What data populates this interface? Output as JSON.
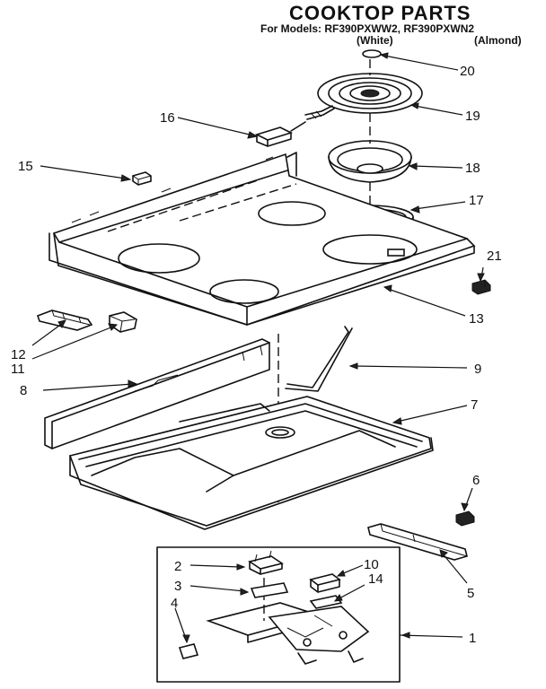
{
  "header": {
    "title": "COOKTOP PARTS",
    "models_line": "For Models: RF390PXWW2, RF390PXWN2",
    "variant_white": "(White)",
    "variant_almond": "(Almond)"
  },
  "callouts": [
    {
      "id": "c20",
      "label": "20"
    },
    {
      "id": "c19",
      "label": "19"
    },
    {
      "id": "c16",
      "label": "16"
    },
    {
      "id": "c15",
      "label": "15"
    },
    {
      "id": "c18",
      "label": "18"
    },
    {
      "id": "c17",
      "label": "17"
    },
    {
      "id": "c21",
      "label": "21"
    },
    {
      "id": "c13",
      "label": "13"
    },
    {
      "id": "c12",
      "label": "12"
    },
    {
      "id": "c11",
      "label": "11"
    },
    {
      "id": "c9",
      "label": "9"
    },
    {
      "id": "c8",
      "label": "8"
    },
    {
      "id": "c7",
      "label": "7"
    },
    {
      "id": "c6",
      "label": "6"
    },
    {
      "id": "c2",
      "label": "2"
    },
    {
      "id": "c10",
      "label": "10"
    },
    {
      "id": "c3",
      "label": "3"
    },
    {
      "id": "c14",
      "label": "14"
    },
    {
      "id": "c4",
      "label": "4"
    },
    {
      "id": "c5",
      "label": "5"
    },
    {
      "id": "c1",
      "label": "1"
    }
  ]
}
